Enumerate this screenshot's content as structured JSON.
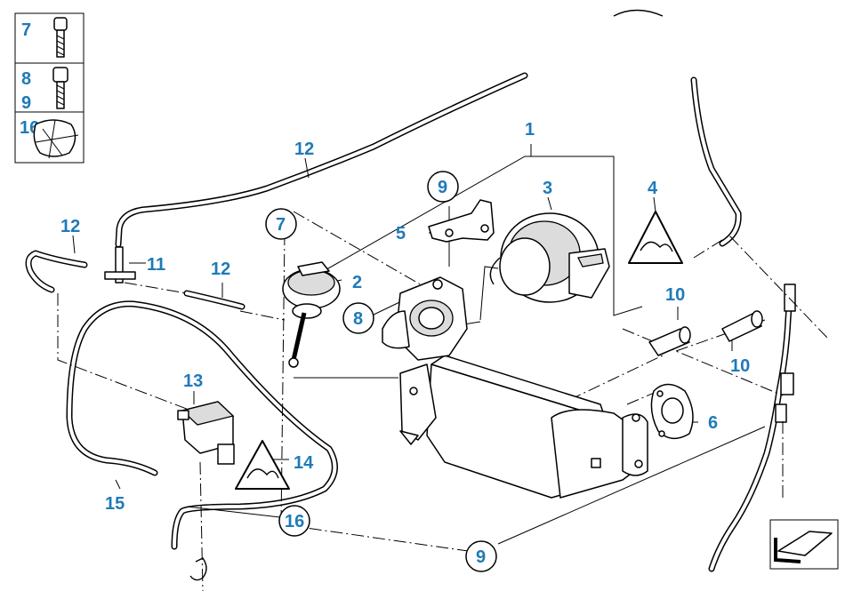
{
  "callouts": {
    "c1": "1",
    "c2": "2",
    "c3": "3",
    "c4": "4",
    "c5": "5",
    "c6": "6",
    "c7": "7",
    "c8": "8",
    "c9": "9",
    "c9b": "9",
    "c10a": "10",
    "c10b": "10",
    "c11": "11",
    "c12a": "12",
    "c12b": "12",
    "c12c": "12",
    "c13": "13",
    "c14": "14",
    "c15": "15",
    "c16": "16"
  },
  "legend_box": {
    "n7": "7",
    "n8": "8",
    "n9": "9",
    "n16": "16"
  },
  "colors": {
    "callout": "#1f7ab8",
    "line": "#000000"
  },
  "icons": [
    "bolt-icon",
    "screw-icon",
    "hose-clamp-icon",
    "vacuum-warning-icon",
    "orientation-arrow-icon"
  ]
}
